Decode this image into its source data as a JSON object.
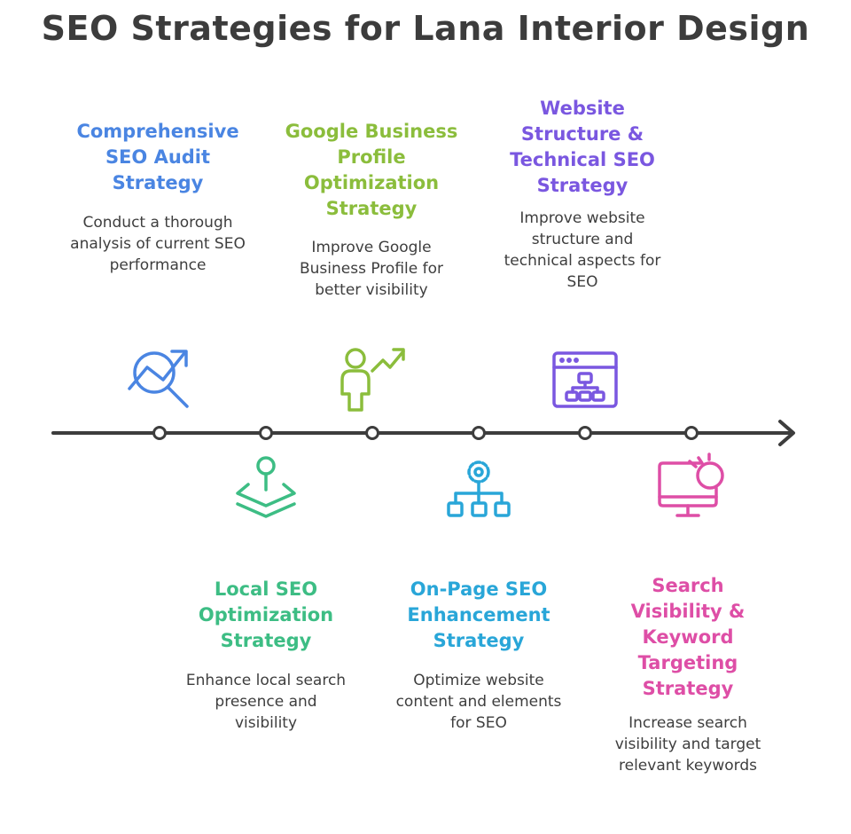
{
  "title": "SEO Strategies for Lana Interior Design",
  "strategies": [
    {
      "heading": "Comprehensive SEO Audit Strategy",
      "description": "Conduct a thorough analysis of current SEO performance",
      "color": "#4a85e2",
      "icon": "audit-chart-magnifier-icon"
    },
    {
      "heading": "Local SEO Optimization Strategy",
      "description": "Enhance local search presence and visibility",
      "color": "#3dbd84",
      "icon": "map-pin-layers-icon"
    },
    {
      "heading": "Google Business Profile Optimization Strategy",
      "description": "Improve Google Business Profile for better visibility",
      "color": "#8bbd3c",
      "icon": "person-growth-arrow-icon"
    },
    {
      "heading": "On-Page SEO Enhancement Strategy",
      "description": "Optimize website content and elements for SEO",
      "color": "#29a6d8",
      "icon": "gear-sitemap-icon"
    },
    {
      "heading": "Website Structure & Technical SEO Strategy",
      "description": "Improve website structure and technical aspects for SEO",
      "color": "#7a57e0",
      "icon": "browser-sitemap-icon"
    },
    {
      "heading": "Search Visibility & Keyword Targeting Strategy",
      "description": "Increase search visibility and target relevant keywords",
      "color": "#de4ea6",
      "icon": "monitor-target-icon"
    }
  ]
}
